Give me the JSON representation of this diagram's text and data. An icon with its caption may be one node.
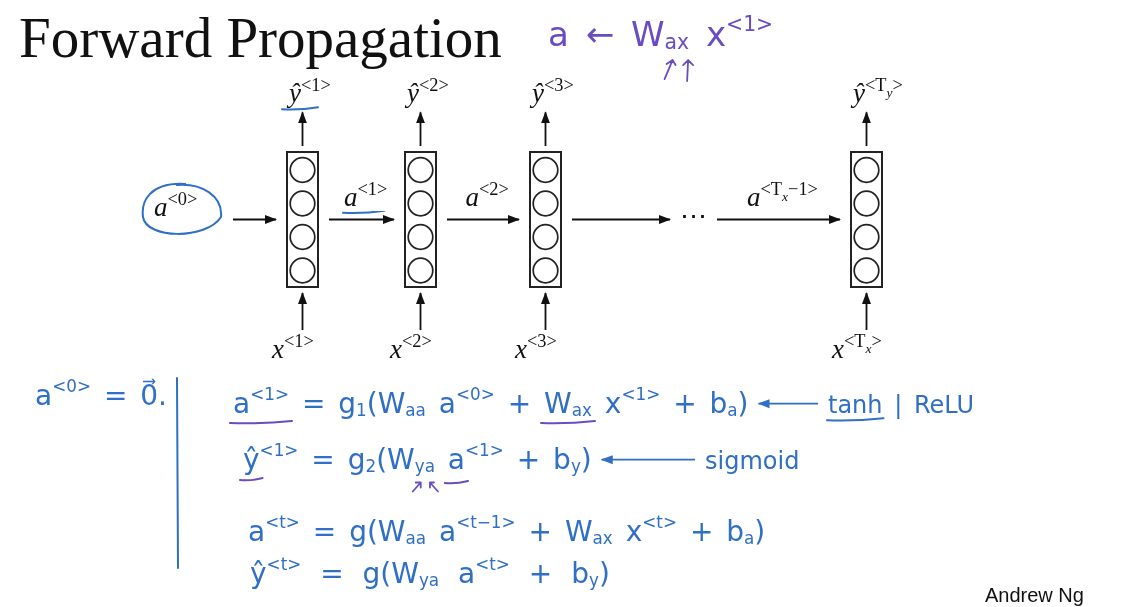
{
  "diagram": {
    "title": "Forward Propagation",
    "nodes": [
      {
        "text": [
          "ŷ$^{<1>}$"
        ]
      },
      {
        "text": [
          "ŷ$^{<2>}$"
        ]
      },
      {
        "text": [
          "ŷ$^{<3>}$"
        ]
      },
      {
        "text": [
          "ŷ$^{<T}$$_{y}$$^{>}$"
        ]
      },
      {
        "text": [
          "a$^{<0>}$"
        ]
      },
      {
        "text": [],
        "shape": "box"
      },
      {
        "text": [],
        "shape": "box"
      },
      {
        "text": [],
        "shape": "box"
      },
      {
        "text": [
          "⋯"
        ]
      },
      {
        "text": [],
        "shape": "box"
      },
      {
        "text": [
          "x$^{<1>}$"
        ]
      },
      {
        "text": [
          "x$^{<2>}$"
        ]
      },
      {
        "text": [
          "x$^{<3>}$"
        ]
      },
      {
        "text": [
          "x$^{<T}$$_{x}$$^{>}$"
        ]
      },
      {
        "text": [
          "a$^{<1>}$ = g$_{1}$(W$_{aa}$ a$^{<0>}$ + W$_{ax}$ x$^{<1>}$ + b$_{a}$)"
        ]
      },
      {
        "text": [
          "tanh | ReLU"
        ]
      },
      {
        "text": [
          "ŷ$^{<1>}$ = g$_{2}$(W$_{ya}$ a$^{<1>}$ + b$_{y}$)"
        ]
      },
      {
        "text": [
          "sigmoid"
        ]
      }
    ],
    "edges": [
      {
        "from": 5,
        "to": 0,
        "arrow": "to"
      },
      {
        "from": 6,
        "to": 1,
        "arrow": "to"
      },
      {
        "from": 7,
        "to": 2,
        "arrow": "to"
      },
      {
        "from": 9,
        "to": 3,
        "arrow": "to"
      },
      {
        "from": 10,
        "to": 5,
        "arrow": "to"
      },
      {
        "from": 11,
        "to": 6,
        "arrow": "to"
      },
      {
        "from": 12,
        "to": 7,
        "arrow": "to"
      },
      {
        "from": 13,
        "to": 9,
        "arrow": "to"
      },
      {
        "from": 4,
        "to": 5,
        "arrow": "to"
      },
      {
        "from": 5,
        "to": 6,
        "arrow": "to",
        "label": "a$^{<1>}$"
      },
      {
        "from": 6,
        "to": 7,
        "arrow": "to",
        "label": "a$^{<2>}$"
      },
      {
        "from": 7,
        "to": 8,
        "arrow": "to"
      },
      {
        "from": 8,
        "to": 9,
        "arrow": "to",
        "label": "a$^{<T}$$_{x}$$^{−1>}$"
      },
      {
        "from": 15,
        "to": 14,
        "arrow": "to",
        "color": "#2f6fc6"
      },
      {
        "from": 17,
        "to": 16,
        "arrow": "to",
        "color": "#2f6fc6"
      }
    ],
    "labels": [
      "a ← W$_{ax}$ x$^{<1>}$",
      "a$^{<0>}$ = 0⃗.",
      "a$^{<t>}$ = g(W$_{aa}$ a$^{<t−1>}$ + W$_{ax}$ x$^{<t>}$ + b$_{a}$)",
      "ŷ$^{<t>}$ = g(W$_{ya}$ a$^{<t>}$ + b$_{y}$)",
      "Andrew Ng"
    ]
  }
}
